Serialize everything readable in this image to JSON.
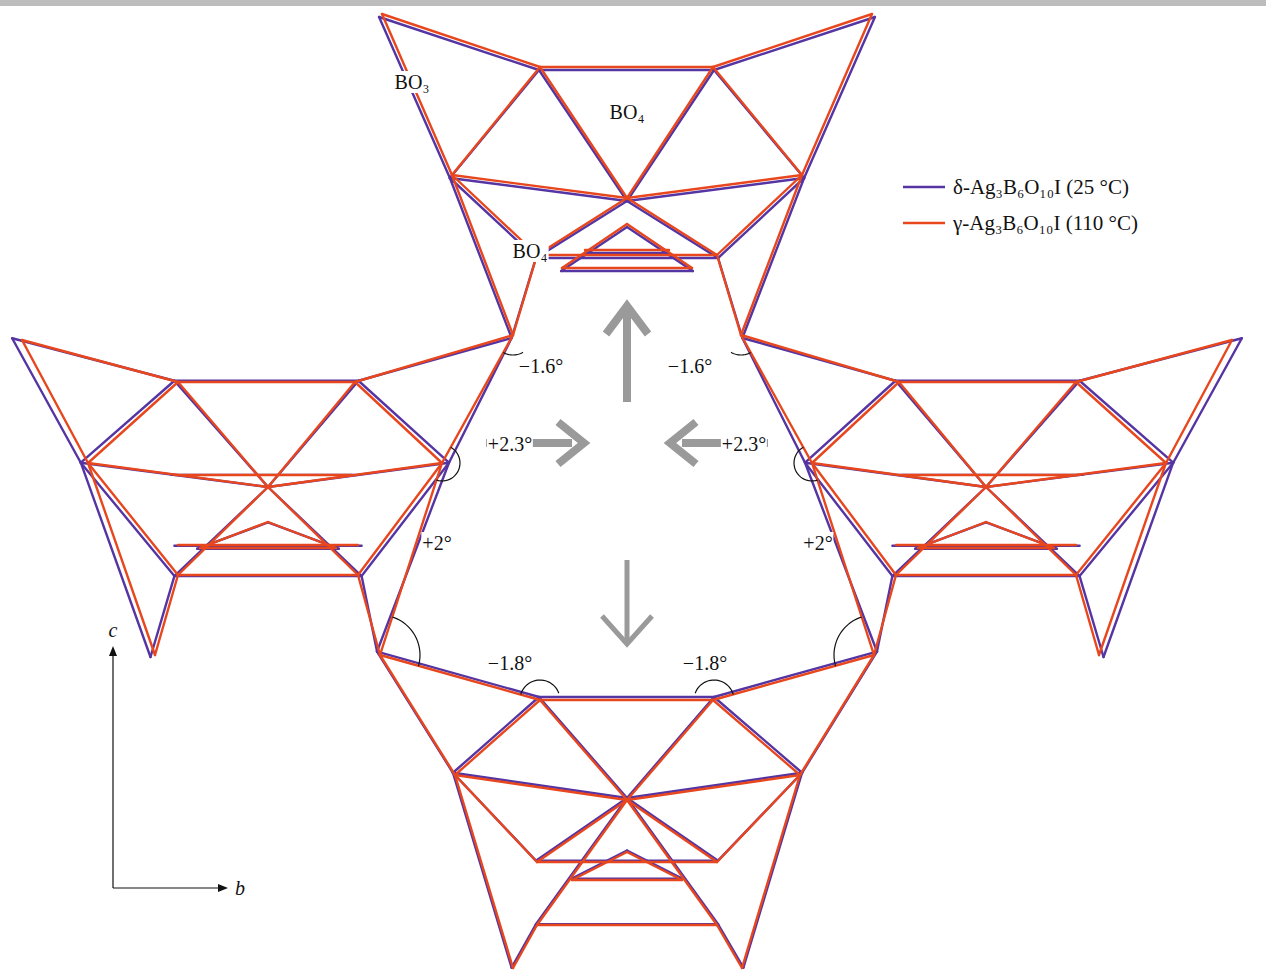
{
  "diagram": {
    "labels": [
      "BO₃",
      "BO₄",
      "BO₄",
      "−1.6°",
      "−1.6°",
      "+2.3°",
      "+2.3°",
      "+2°",
      "+2°",
      "−1.8°",
      "−1.8°",
      "c",
      "b"
    ],
    "legend": [
      {
        "text": "δ-Ag₃B₆O₁₀I (25 °C)"
      },
      {
        "text": "γ-Ag₃B₆O₁₀I (110 °C)"
      }
    ]
  }
}
